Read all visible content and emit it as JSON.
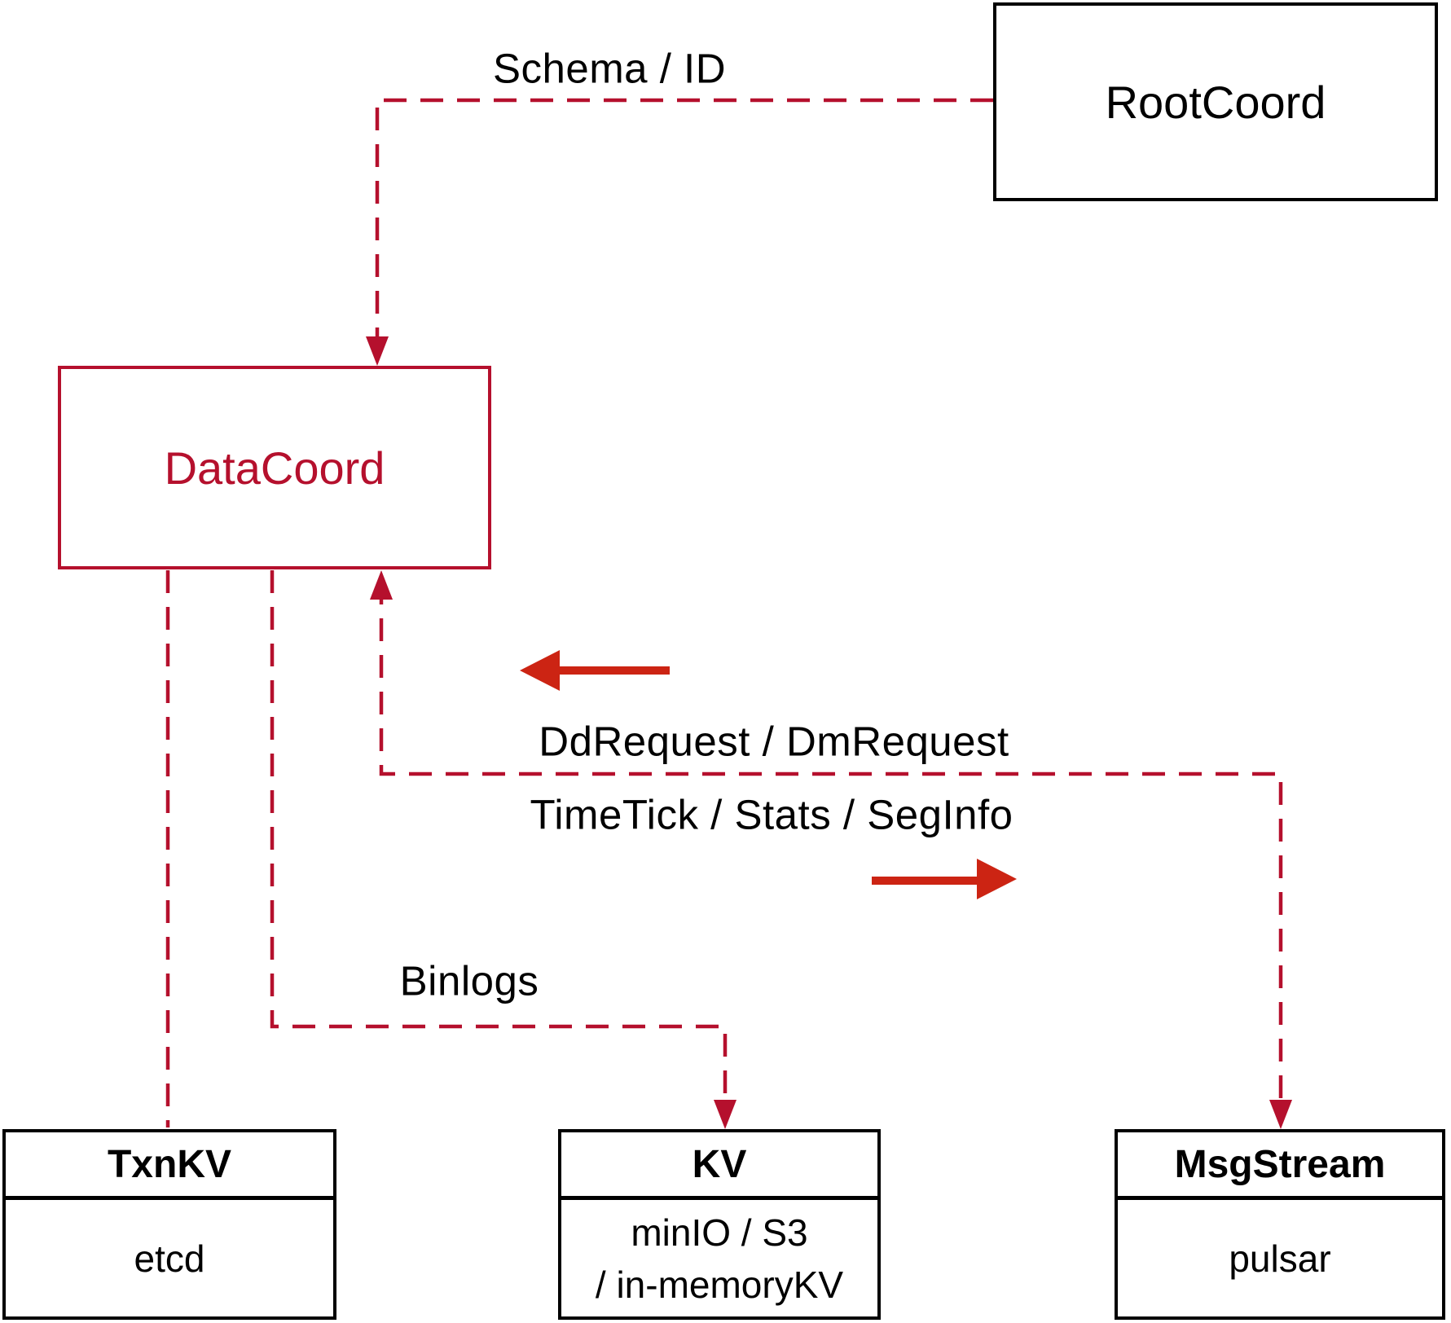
{
  "colors": {
    "dashed_line": "#b5102d",
    "solid_arrow": "#cc2413",
    "box_border": "#000000",
    "label_text": "#000000",
    "background": "#ffffff"
  },
  "labels": {
    "schema_id": "Schema / ID",
    "dd_request": "DdRequest / DmRequest",
    "time_tick": "TimeTick / Stats / SegInfo",
    "binlogs": "Binlogs"
  },
  "nodes": {
    "root_coord": {
      "label": "RootCoord"
    },
    "data_coord": {
      "label": "DataCoord"
    },
    "txn_kv": {
      "title": "TxnKV",
      "body": "etcd"
    },
    "kv": {
      "title": "KV",
      "body_line1": "minIO / S3",
      "body_line2": "/ in-memoryKV"
    },
    "msg_stream": {
      "title": "MsgStream",
      "body": "pulsar"
    }
  }
}
